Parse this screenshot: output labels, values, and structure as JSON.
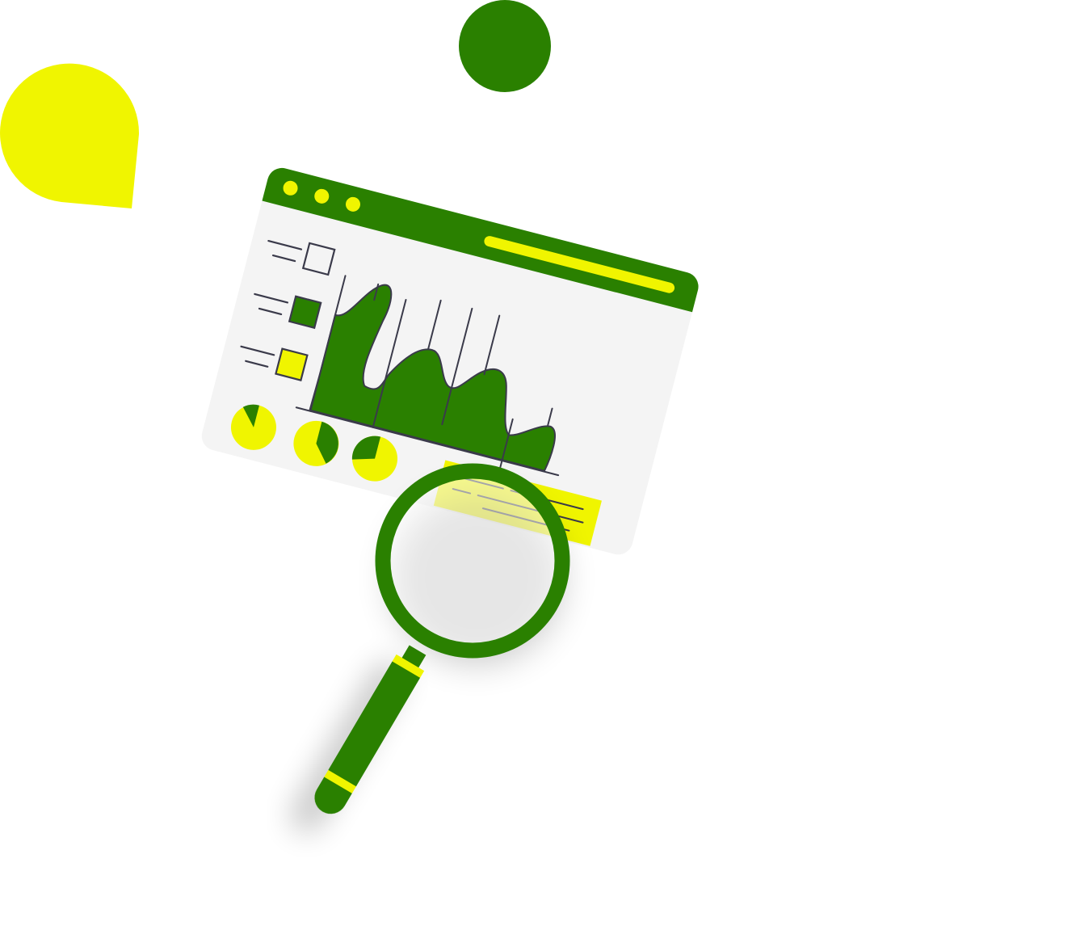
{
  "colors": {
    "brand_green": "#2a8000",
    "accent_yellow": "#f0f500",
    "panel_bg": "#f4f4f4",
    "outline": "#3a3a4a",
    "background": "#ffffff"
  },
  "illustration": {
    "subject": "analytics-dashboard-with-magnifying-glass",
    "window_dots": 3,
    "legend_items": [
      {
        "fill": "none"
      },
      {
        "fill": "brand_green"
      },
      {
        "fill": "accent_yellow"
      }
    ],
    "pie_charts": [
      {
        "green_share": 0.15
      },
      {
        "green_share": 0.4
      },
      {
        "green_share": 0.3
      }
    ],
    "area_chart_peaks": 5
  }
}
